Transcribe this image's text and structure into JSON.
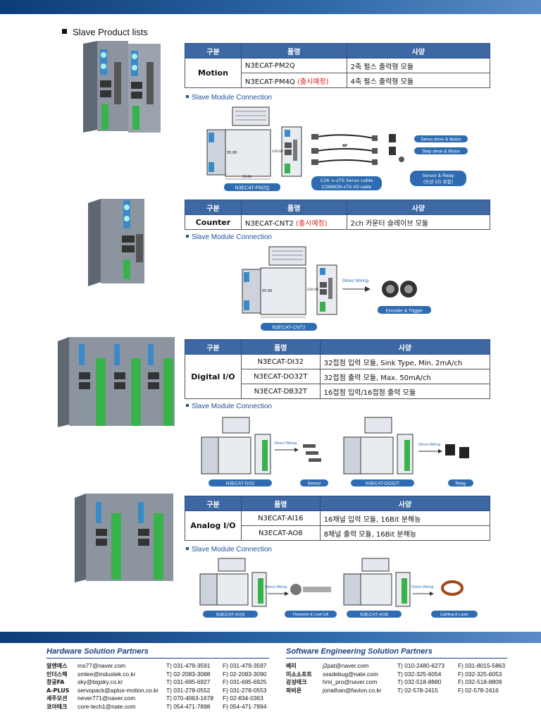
{
  "heading": "Slave Product lists",
  "columns": {
    "category": "구분",
    "product_name": "품명",
    "spec": "사양"
  },
  "connection_label": "Slave Module Connection",
  "motion": {
    "category": "Motion",
    "rows": [
      {
        "name": "N3ECAT-PM2Q",
        "note": "",
        "spec": "2축 펄스 출력형 모듈"
      },
      {
        "name": "N3ECAT-PM4Q ",
        "note": "(출시예정)",
        "spec": "4축 펄스 출력형 모듈"
      }
    ],
    "diagram": {
      "module_label": "N3ECAT-PM2Q",
      "cable_label_1": "C26 ∞-xTS Servo cable",
      "cable_label_2": "C26MION-xTS I/O cable",
      "or": "or",
      "target_1": "Servo drive & Motor",
      "target_2": "Step drive & Motor",
      "target_3a": "Sensor & Relay",
      "target_3b": "(모션 I/O 포함)"
    }
  },
  "counter": {
    "category": "Counter",
    "rows": [
      {
        "name": "N3ECAT-CNT2 ",
        "note": "(출시예정)",
        "spec": "2ch 카운터 슬레이브 모듈"
      }
    ],
    "diagram": {
      "module_label": "N3ECAT-CNT2",
      "wiring": "Direct Wiring",
      "target": "Encoder & Trigger"
    }
  },
  "digital": {
    "category": "Digital I/O",
    "rows": [
      {
        "name": "N3ECAT-DI32",
        "spec": "32접점 입력 모듈, Sink Type, Min. 2mA/ch"
      },
      {
        "name": "N3ECAT-DO32T",
        "spec": "32접점 출력 모듈, Max. 50mA/ch"
      },
      {
        "name": "N3ECAT-DB32T",
        "spec": "16접점 입력/16접점 출력 모듈"
      }
    ],
    "diagram": {
      "left_label": "N3ECAT-DI32",
      "left_target": "Sensor",
      "right_label": "N3ECAT-DO32T",
      "right_target": "Relay",
      "wiring": "Direct Wiring"
    }
  },
  "analog": {
    "category": "Analog I/O",
    "rows": [
      {
        "name": "N3ECAT-AI16",
        "spec": "16채널 입력 모듈, 16Bit 분해능"
      },
      {
        "name": "N3ECAT-AO8",
        "spec": "8채널 출력 모듈, 16Bit 분해능"
      }
    ],
    "diagram": {
      "left_label": "N3ECAT-AI16",
      "left_target": "Flowmeter & Load Cell",
      "right_label": "N3ECAT-AO8",
      "right_target": "Lighting & Laser",
      "wiring": "Direct Wiring"
    }
  },
  "dims": {
    "w": "55.00",
    "h": "110.00",
    "d": "18.00"
  },
  "footer": {
    "hw_title": "Hardware Solution Partners",
    "sw_title": "Software Engineering Solution Partners",
    "hw": [
      {
        "name": "알엔에스",
        "email": "rns77@naver.com",
        "tel": "T) 031-479-3591",
        "fax": "F) 031-479-3597"
      },
      {
        "name": "인더스텍",
        "email": "smlee@industek.co.kr",
        "tel": "T) 02-2083-3088",
        "fax": "F) 02-2083-3090"
      },
      {
        "name": "창공FA",
        "email": "sky@bigsky.co.kr",
        "tel": "T) 031-695-6927",
        "fax": "F) 031-695-6925"
      },
      {
        "name": "A-PLUS",
        "email": "servopack@aplus-motion.co.kr",
        "tel": "T) 031-278-0552",
        "fax": "F) 031-278-0553"
      },
      {
        "name": "세주모션",
        "email": "never771@naver.com",
        "tel": "T) 070-4063-1678",
        "fax": "F) 02-834-0363"
      },
      {
        "name": "코아테크",
        "email": "core-tech1@nate.com",
        "tel": "T) 054-471-7898",
        "fax": "F) 054-471-7894"
      }
    ],
    "sw": [
      {
        "name": "베리",
        "email": "j2pat@naver.com",
        "tel": "T) 010-2480-6273",
        "fax": "F) 031-8015-5863"
      },
      {
        "name": "미소소프트",
        "email": "sssdebug@nate.com",
        "tel": "T) 032-325-6054",
        "fax": "F) 032-325-6053"
      },
      {
        "name": "강성테크",
        "email": "hmi_pro@naver.com",
        "tel": "T) 032-518-8880",
        "fax": "F) 032-518-8809"
      },
      {
        "name": "파비온",
        "email": "jonathan@favion.co.kr",
        "tel": "T) 02-578-2415",
        "fax": "F) 02-578-2416"
      }
    ]
  }
}
